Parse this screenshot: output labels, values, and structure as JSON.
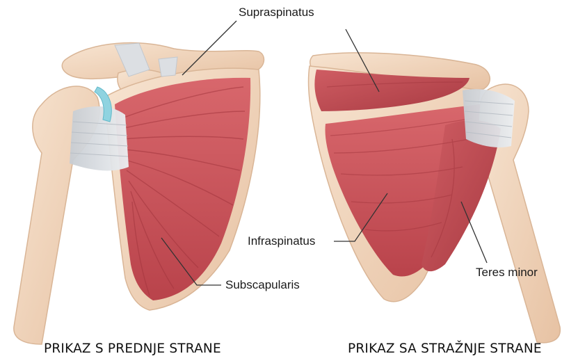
{
  "labels": {
    "supraspinatus": "Supraspinatus",
    "infraspinatus": "Infraspinatus",
    "subscapularis": "Subscapularis",
    "teres_minor": "Teres minor"
  },
  "captions": {
    "front": "PRIKAZ S PREDNJE STRANE",
    "back": "PRIKAZ SA STRAŽNJE STRANE"
  },
  "colors": {
    "bone": "#f1d6bd",
    "bone_edge": "#d9b596",
    "muscle": "#c9545a",
    "muscle_dark": "#9e3239",
    "tendon": "#dcdfe3",
    "cartilage": "#8fd3e0",
    "leader": "#333333"
  }
}
